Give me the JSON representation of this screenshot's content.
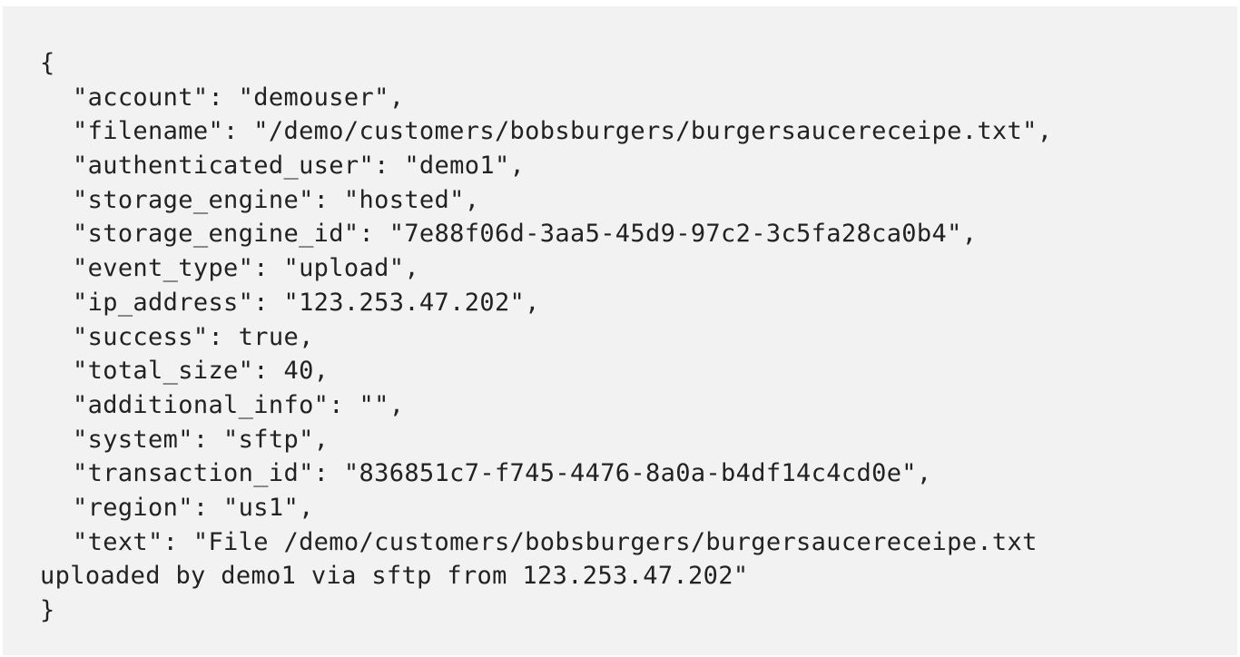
{
  "code_block": {
    "open_brace": "{",
    "close_brace": "}",
    "lines": [
      "\"account\": \"demouser\",",
      "\"filename\": \"/demo/customers/bobsburgers/burgersaucereceipe.txt\",",
      "\"authenticated_user\": \"demo1\",",
      "\"storage_engine\": \"hosted\",",
      "\"storage_engine_id\": \"7e88f06d-3aa5-45d9-97c2-3c5fa28ca0b4\",",
      "\"event_type\": \"upload\",",
      "\"ip_address\": \"123.253.47.202\",",
      "\"success\": true,",
      "\"total_size\": 40,",
      "\"additional_info\": \"\",",
      "\"system\": \"sftp\",",
      "\"transaction_id\": \"836851c7-f745-4476-8a0a-b4df14c4cd0e\",",
      "\"region\": \"us1\",",
      "\"text\": \"File /demo/customers/bobsburgers/burgersaucereceipe.txt"
    ],
    "wrapped_line": "uploaded by demo1 via sftp from 123.253.47.202\""
  },
  "event": {
    "account": "demouser",
    "filename": "/demo/customers/bobsburgers/burgersaucereceipe.txt",
    "authenticated_user": "demo1",
    "storage_engine": "hosted",
    "storage_engine_id": "7e88f06d-3aa5-45d9-97c2-3c5fa28ca0b4",
    "event_type": "upload",
    "ip_address": "123.253.47.202",
    "success": "true",
    "total_size": "40",
    "additional_info": "",
    "system": "sftp",
    "transaction_id": "836851c7-f745-4476-8a0a-b4df14c4cd0e",
    "region": "us1",
    "text": "File /demo/customers/bobsburgers/burgersaucereceipe.txt uploaded by demo1 via sftp from 123.253.47.202"
  },
  "colors": {
    "background": "#f2f2f2",
    "text": "#222222"
  }
}
